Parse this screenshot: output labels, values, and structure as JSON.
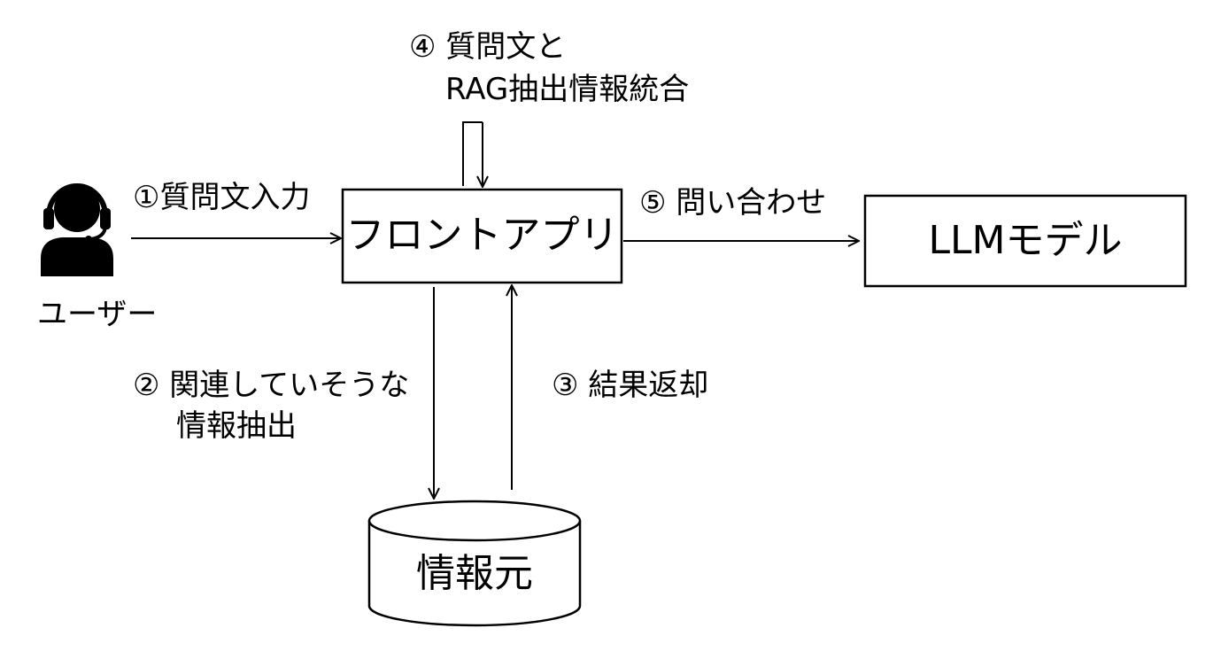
{
  "nodes": {
    "user": {
      "label": "ユーザー"
    },
    "front_app": {
      "label": "フロントアプリ"
    },
    "llm": {
      "label": "LLMモデル"
    },
    "source": {
      "label": "情報元"
    }
  },
  "edges": {
    "step1": {
      "label": "①質問文入力"
    },
    "step2": {
      "line1": "② 関連していそうな",
      "line2": "情報抽出"
    },
    "step3": {
      "label": "③ 結果返却"
    },
    "step4": {
      "line1": "④ 質問文と",
      "line2": "RAG抽出情報統合"
    },
    "step5": {
      "label": "⑤ 問い合わせ"
    }
  },
  "icons": {
    "user": "operator-headset-icon"
  },
  "colors": {
    "stroke": "#000000",
    "background": "#ffffff"
  }
}
